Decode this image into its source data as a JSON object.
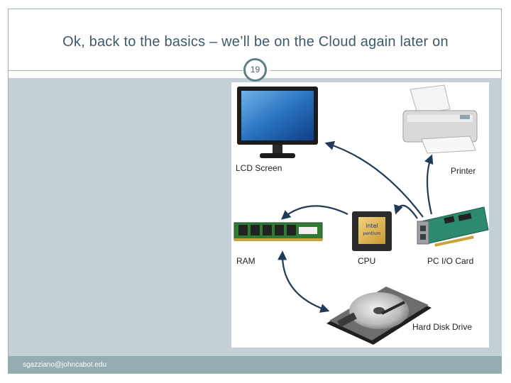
{
  "slide": {
    "title": "Ok, back to the basics – we’ll be on the Cloud again later on",
    "slide_number": "19",
    "footer": "sgazziano@johncabot.edu"
  },
  "diagram": {
    "labels": {
      "lcd": "LCD Screen",
      "printer": "Printer",
      "ram": "RAM",
      "cpu": "CPU",
      "io": "PC I/O Card",
      "hdd": "Hard Disk Drive"
    },
    "chip_text": {
      "brand": "intel",
      "model": "pentium"
    }
  },
  "colors": {
    "title": "#3d5a6c",
    "frame": "#9fb2b6",
    "content_bg": "#c3d0d5",
    "footer_bar": "#93adb3",
    "arrow": "#1f3b58"
  }
}
